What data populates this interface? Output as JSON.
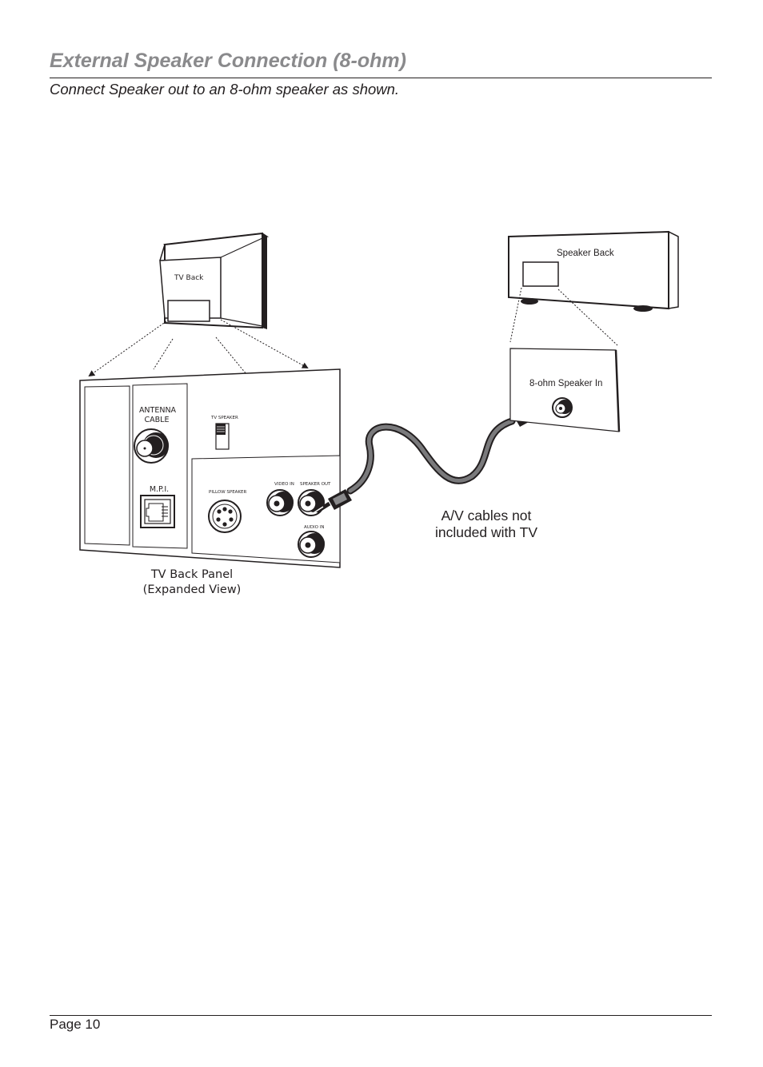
{
  "page": {
    "title": "External Speaker Connection (8-ohm)",
    "subtitle": "Connect Speaker out to an 8-ohm speaker as shown.",
    "page_number": "Page 10"
  },
  "diagram": {
    "tv_back_label": "TV Back",
    "speaker_back_label": "Speaker Back",
    "speaker_in_label": "8-ohm Speaker In",
    "panel": {
      "antenna_line1": "ANTENNA",
      "antenna_line2": "CABLE",
      "mpi_label": "M.P.I.",
      "tv_speaker_label": "TV SPEAKER",
      "pillow_speaker_label": "PILLOW SPEAKER",
      "video_in_label": "VIDEO IN",
      "speaker_out_label": "SPEAKER OUT",
      "audio_in_label": "AUDIO IN"
    },
    "caption_line1": "TV Back Panel",
    "caption_line2": "(Expanded View)",
    "cable_note_line1": "A/V cables not",
    "cable_note_line2": "included with TV"
  }
}
